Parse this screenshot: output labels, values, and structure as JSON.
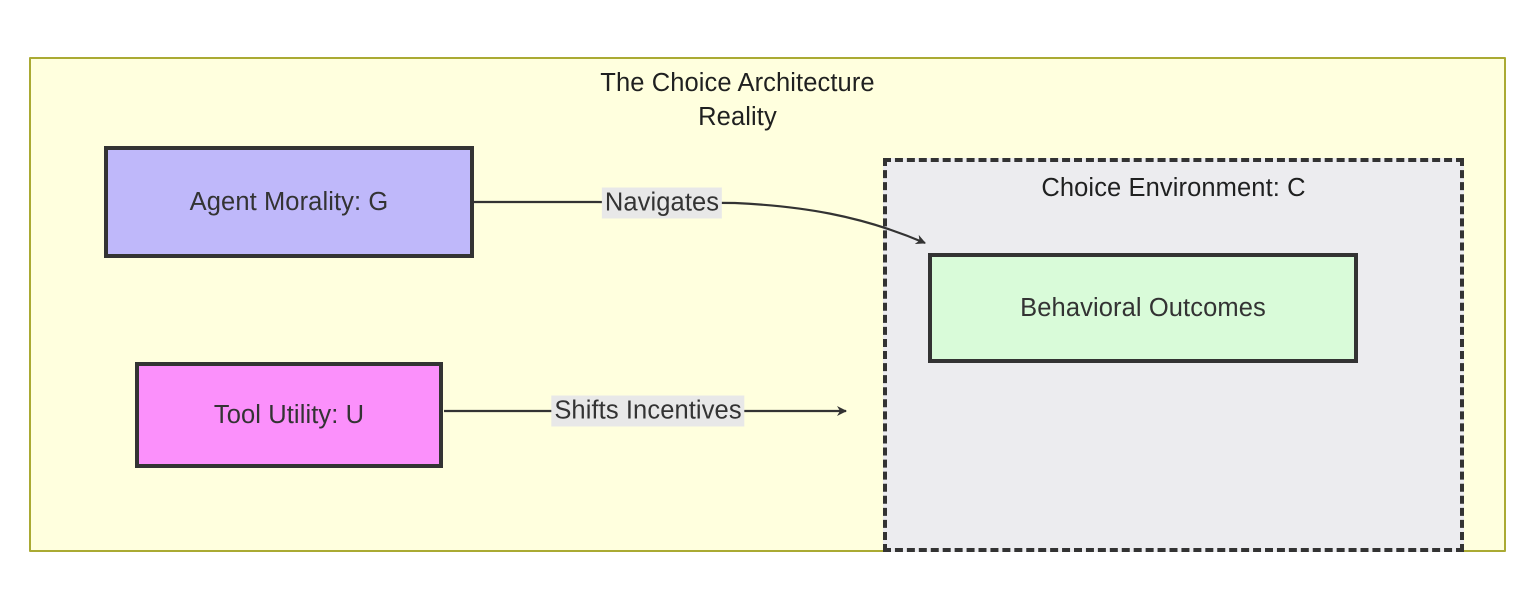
{
  "diagram": {
    "type": "flowchart",
    "outer_cluster": {
      "title_line1": "The Choice Architecture",
      "title_line2": "Reality",
      "fill": "#ffffde",
      "stroke": "#aaaa33"
    },
    "inner_cluster": {
      "title": "Choice Environment: C",
      "fill": "#ececef",
      "stroke": "#333333",
      "stroke_style": "dashed"
    },
    "nodes": [
      {
        "id": "G",
        "label": "Agent Morality: G",
        "fill": "#bfb8fa",
        "stroke": "#333333"
      },
      {
        "id": "U",
        "label": "Tool Utility: U",
        "fill": "#fb90fb",
        "stroke": "#333333"
      },
      {
        "id": "B",
        "label": "Behavioral Outcomes",
        "fill": "#d9fbd9",
        "stroke": "#333333"
      }
    ],
    "edges": [
      {
        "from": "G",
        "to": "B",
        "label": "Navigates",
        "arrow": "open-arrow",
        "label_bg": "#e8e8e8"
      },
      {
        "from": "U",
        "to": "C",
        "label": "Shifts Incentives",
        "arrow": "filled-arrow",
        "label_bg": "#e8e8e8"
      }
    ]
  }
}
